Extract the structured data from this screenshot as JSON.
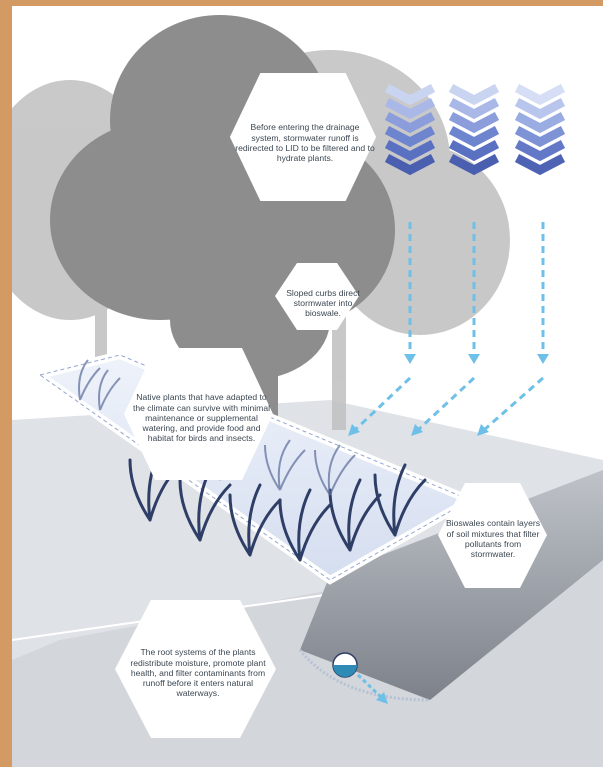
{
  "callouts": {
    "runoff": "Before entering the drainage system, stormwater runoff is redirected to LID to be filtered and to hydrate plants.",
    "curbs": "Sloped curbs direct stormwater into bioswale.",
    "native_plants": "Native plants that have adapted to the climate can survive with minimal maintenance or supplemental watering, and provide food and habitat for birds and insects.",
    "soil_layers": "Bioswales contain layers of soil mixtures that filter pollutants from stormwater.",
    "root_systems": "The root systems of the plants redistribute moisture, promote plant health, and filter contaminants from runoff before it enters natural waterways."
  },
  "colors": {
    "border": "#d39a64",
    "water_arrow": "#6ec0e8",
    "chevron_dark": "#4a5fb0",
    "chevron_light": "#c9d4f0",
    "tree": "#8f8f8f",
    "plant": "#2e3e66",
    "ground": "#d8dbe0"
  }
}
